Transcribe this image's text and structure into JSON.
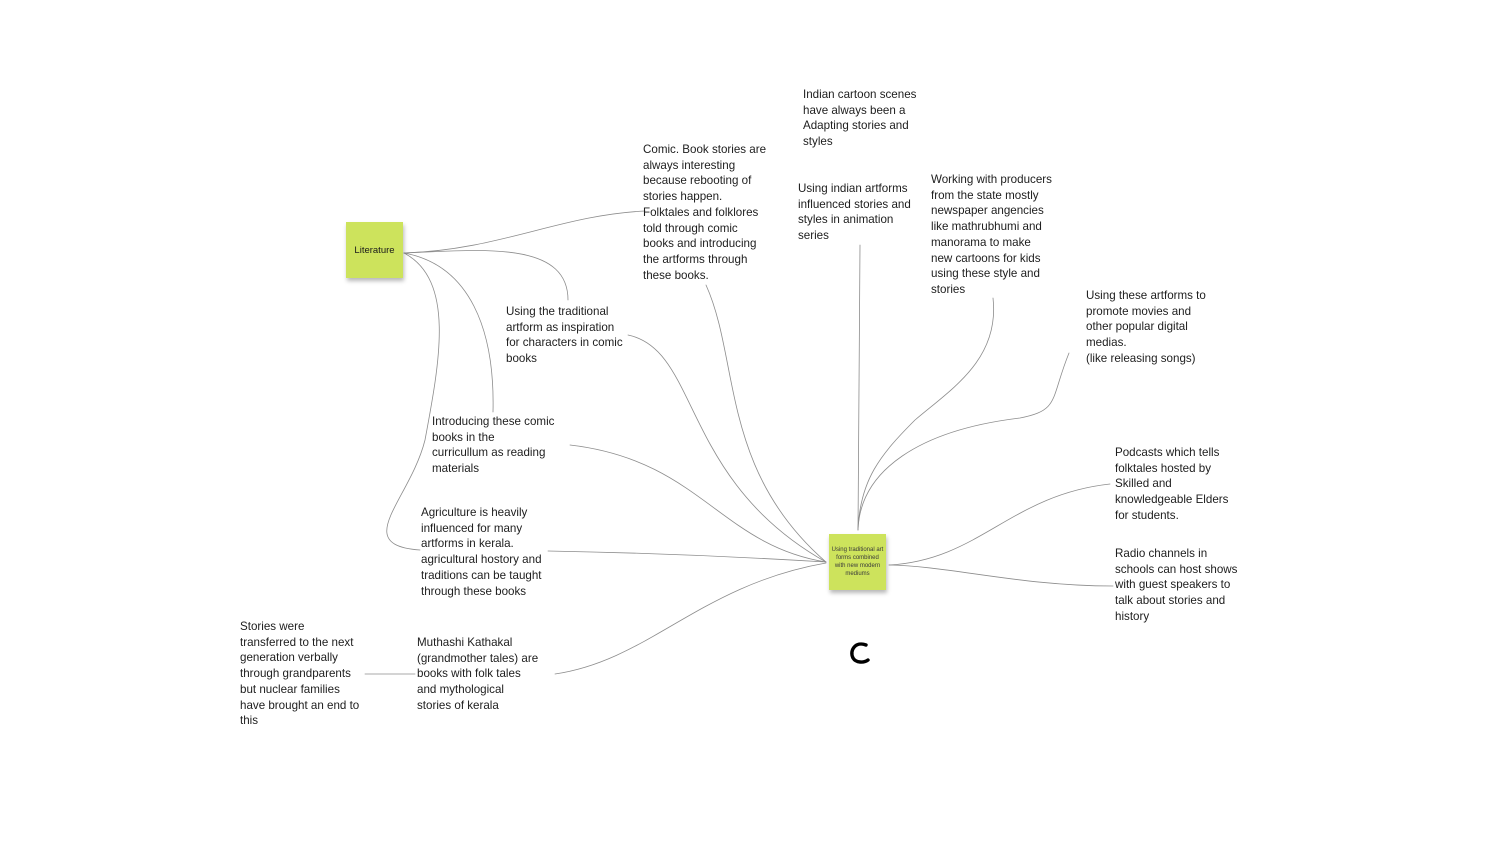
{
  "colors": {
    "sticky": "#cde35c",
    "connector": "#8c8c8c",
    "text": "#1d1d1d",
    "background": "#ffffff"
  },
  "stickies": {
    "literature": "Literature",
    "center": "Using traditional art forms combined with new modern mediums"
  },
  "notes": {
    "indian_cartoon": "Indian cartoon scenes\nhave always been a\nAdapting stories and\nstyles",
    "comic_book": "Comic. Book stories are\nalways interesting\nbecause rebooting of\nstories happen.\nFolktales and folklores\ntold through comic\nbooks and introducing\nthe artforms through\nthese books.",
    "indian_artforms_animation": "Using indian artforms\ninfluenced stories and\nstyles in animation\nseries",
    "producers": "Working with producers\nfrom the state mostly\nnewspaper angencies\nlike mathrubhumi and\nmanorama to make\nnew cartoons for kids\nusing these style and\nstories",
    "promote_movies": "Using these artforms to\npromote movies and\nother popular digital\nmedias.\n(like releasing songs)",
    "traditional_inspiration": "Using the traditional\nartform as inspiration\nfor characters in comic\nbooks",
    "curriculum": "Introducing these comic\nbooks in the\ncurricullum as reading\nmaterials",
    "podcasts": "Podcasts which tells\nfolktales hosted by\nSkilled and\nknowledgeable Elders\nfor students.",
    "agriculture": "Agriculture is heavily\ninfluenced for many\nartforms in kerala.\nagricultural hostory and\ntraditions can be taught\nthrough these books",
    "radio": "Radio channels in\nschools can host shows\nwith guest speakers to\ntalk about stories and\nhistory",
    "stories_verbal": "Stories were\ntransferred to the next\ngeneration verbally\nthrough grandparents\nbut nuclear families\nhave brought an end to\nthis",
    "muthashi": "Muthashi Kathakal\n(grandmother tales) are\nbooks with folk tales\nand mythological\nstories of kerala"
  }
}
